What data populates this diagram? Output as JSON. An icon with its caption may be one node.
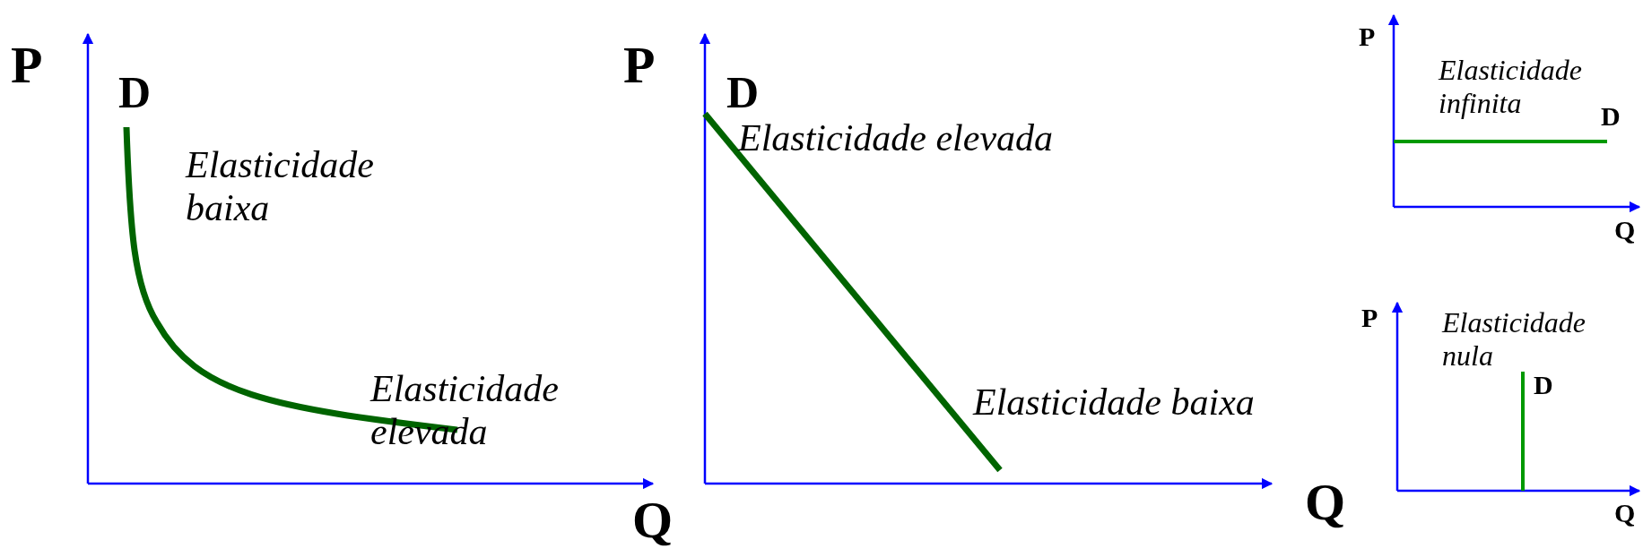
{
  "diagram": {
    "labels": [
      "P",
      "D",
      "Elasticidade baixa",
      "Elasticidade elevada",
      "Q",
      "P",
      "D",
      "Elasticidade elevada",
      "Elasticidade baixa",
      "Q",
      "P",
      "Elasticidade infinita",
      "D",
      "Q",
      "P",
      "Elasticidade nula",
      "D",
      "Q"
    ]
  }
}
